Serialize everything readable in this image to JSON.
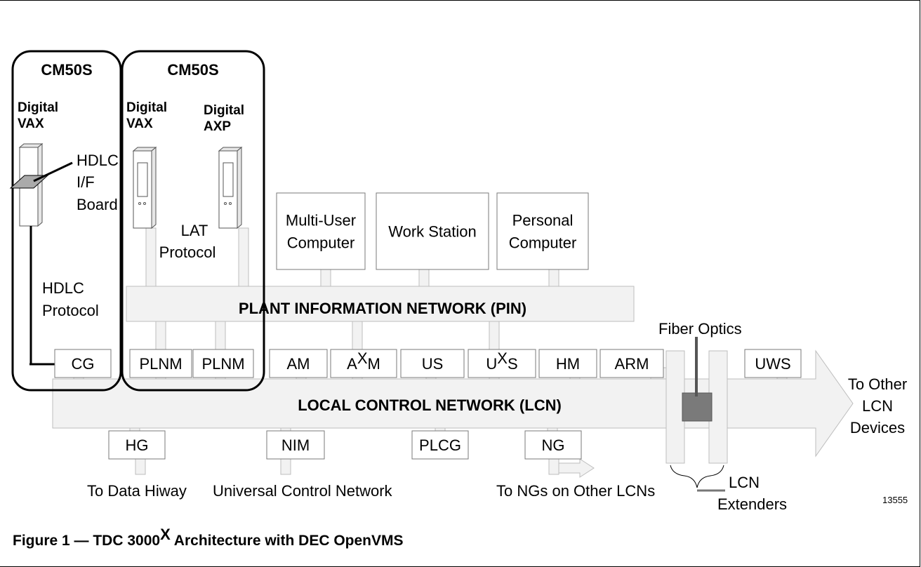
{
  "enclosures": [
    {
      "title": "CM50S",
      "system": [
        "Digital",
        "VAX"
      ]
    },
    {
      "title": "CM50S",
      "systems": [
        {
          "lines": [
            "Digital",
            "VAX"
          ]
        },
        {
          "lines": [
            "Digital",
            "AXP"
          ]
        }
      ]
    }
  ],
  "labels": {
    "hdlc_board": [
      "HDLC",
      "I/F",
      "Board"
    ],
    "lat_protocol": [
      "LAT",
      "Protocol"
    ],
    "hdlc_protocol": [
      "HDLC",
      "Protocol"
    ],
    "fiber_optics": "Fiber Optics",
    "lcn_extenders": [
      "LCN",
      "Extenders"
    ],
    "to_other_lcn": [
      "To Other",
      "LCN",
      "Devices"
    ],
    "to_data_hiway": "To Data Hiway",
    "universal_control_network": "Universal Control Network",
    "to_ngs": "To NGs on Other LCNs",
    "figure_number": "13555"
  },
  "pin": {
    "name": "PLANT INFORMATION NETWORK (PIN)",
    "computers": [
      {
        "lines": [
          "Multi-User",
          "Computer"
        ]
      },
      {
        "lines": [
          "Work Station"
        ]
      },
      {
        "lines": [
          "Personal",
          "Computer"
        ]
      }
    ]
  },
  "lcn": {
    "name": "LOCAL CONTROL NETWORK (LCN)",
    "top_nodes": [
      {
        "label": "CG"
      },
      {
        "label": "PLNM"
      },
      {
        "label": "PLNM"
      },
      {
        "label": "AM"
      },
      {
        "label": "M",
        "prefix": "A",
        "sup": "X"
      },
      {
        "label": "US"
      },
      {
        "label": "S",
        "prefix": "U",
        "sup": "X"
      },
      {
        "label": "HM"
      },
      {
        "label": "ARM"
      },
      {
        "label": "UWS"
      }
    ],
    "bottom_nodes": [
      {
        "label": "HG"
      },
      {
        "label": "NIM"
      },
      {
        "label": "PLCG"
      },
      {
        "label": "NG"
      }
    ]
  },
  "caption": {
    "prefix": "Figure 1 — TDC 3000",
    "sup": "X",
    "suffix": " Architecture with DEC OpenVMS"
  }
}
